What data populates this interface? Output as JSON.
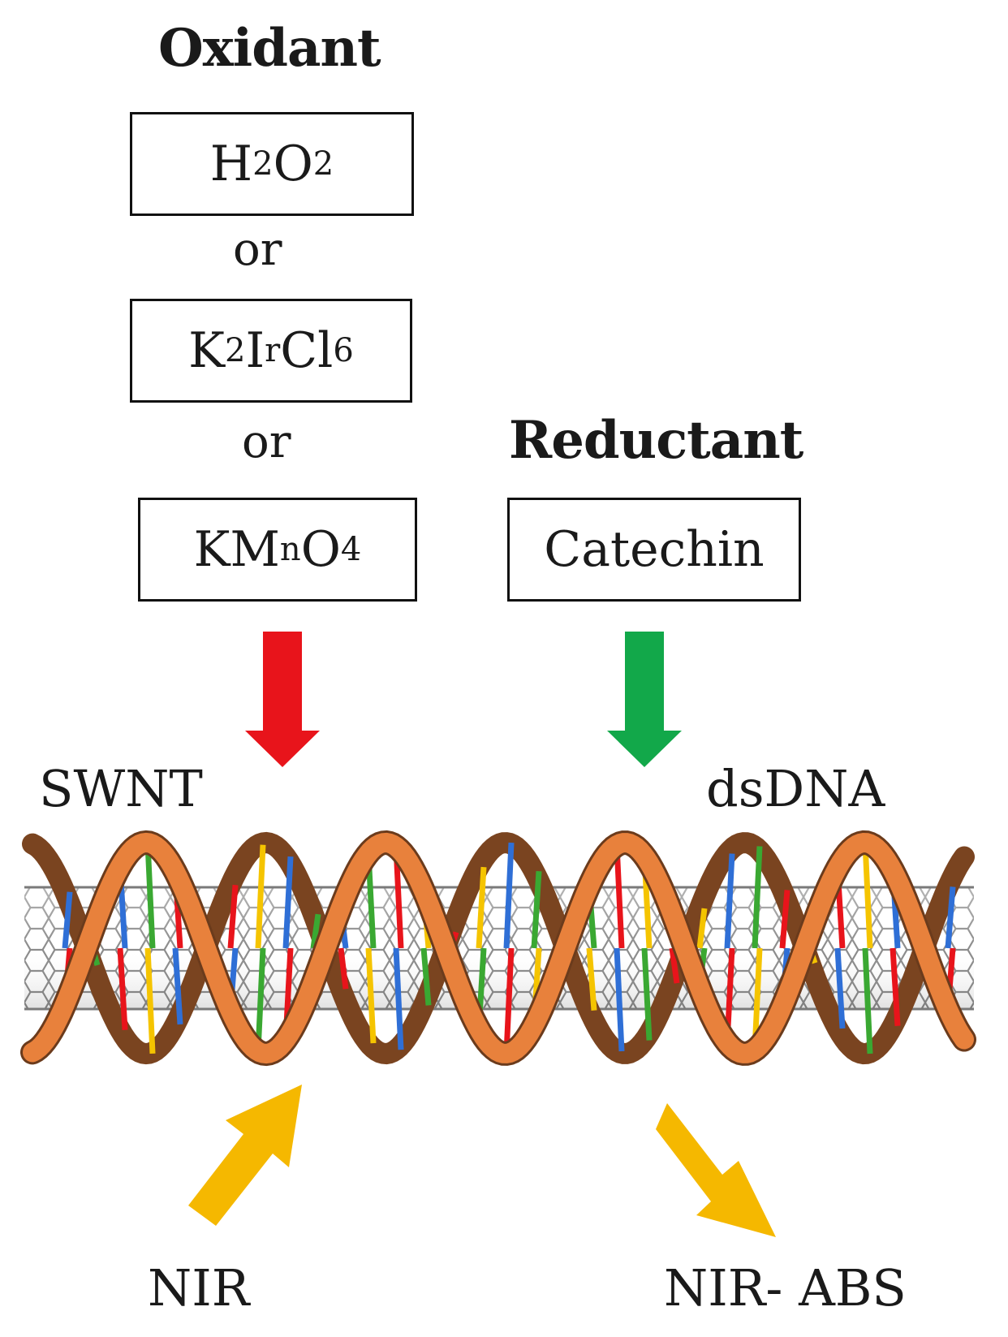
{
  "oxidant": {
    "heading": "Oxidant",
    "options": [
      {
        "main": "H",
        "s1": "2",
        "m2": "O",
        "s2": "2",
        "m3": "",
        "s3": ""
      },
      {
        "main": "K",
        "s1": "2",
        "m2": "I",
        "s2": "r",
        "m3": "Cl",
        "s3": "6"
      },
      {
        "main": "KM",
        "s1": "n",
        "m2": "O",
        "s2": "4",
        "m3": "",
        "s3": ""
      }
    ],
    "separators": [
      "or",
      "or"
    ],
    "arrow_color": "#e8141b"
  },
  "reductant": {
    "heading": "Reductant",
    "option": "Catechin",
    "arrow_color": "#12a84a"
  },
  "labels": {
    "swnt": "SWNT",
    "dsdna": "dsDNA",
    "nir_in": "NIR",
    "nir_out": "NIR- ABS"
  },
  "colors": {
    "nir_arrow": "#f5b800",
    "strand_front": "#e8813c",
    "strand_back": "#7a4420",
    "tube": "#9a9a9a",
    "base_colors": [
      "#e8141b",
      "#f5c400",
      "#2f6fd6",
      "#3aa832"
    ]
  }
}
